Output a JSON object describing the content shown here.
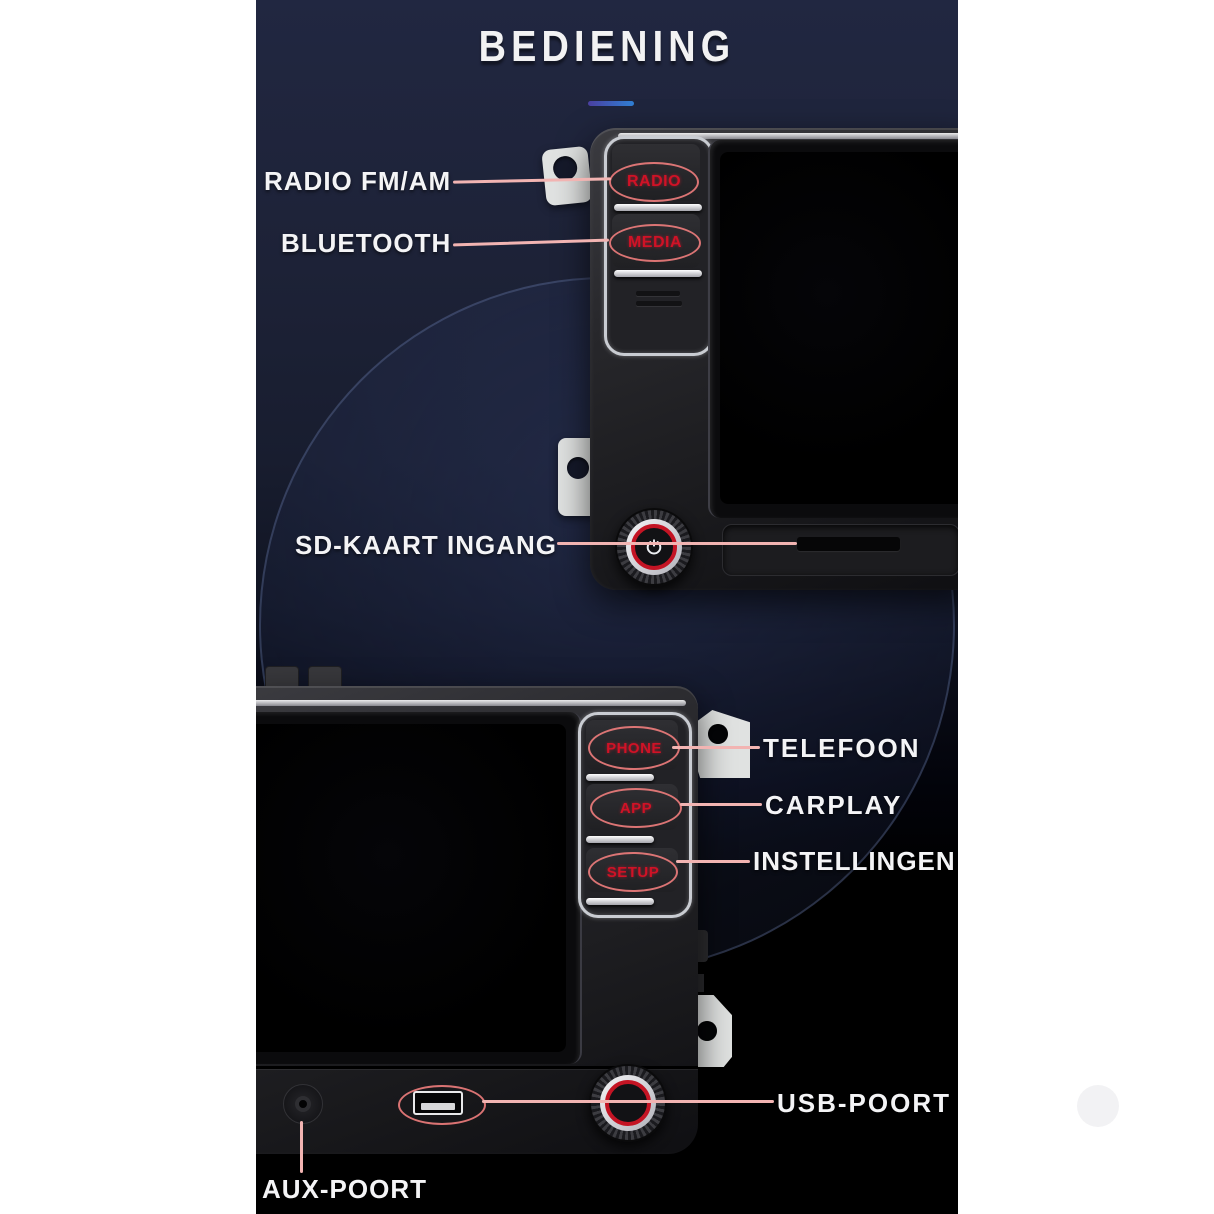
{
  "title": "BEDIENING",
  "callouts": {
    "radio_fm_am": "RADIO FM/AM",
    "bluetooth": "BLUETOOTH",
    "sd_kaart": "SD-KAART INGANG",
    "telefoon": "TELEFOON",
    "carplay": "CARPLAY",
    "instellingen": "INSTELLINGEN",
    "usb_poort": "USB-POORT",
    "aux_poort": "AUX-POORT"
  },
  "top_unit": {
    "buttons": [
      {
        "label": "RADIO"
      },
      {
        "label": "MEDIA"
      }
    ]
  },
  "bottom_unit": {
    "buttons": [
      {
        "label": "PHONE"
      },
      {
        "label": "APP"
      },
      {
        "label": "SETUP"
      }
    ]
  },
  "colors": {
    "background_navy": "#1f2439",
    "accent_red": "#d01226",
    "callout_line": "#f2b4b2",
    "label_text": "#f4f4f6",
    "underline_from": "#4a3fa0",
    "underline_to": "#2f7fd4"
  }
}
